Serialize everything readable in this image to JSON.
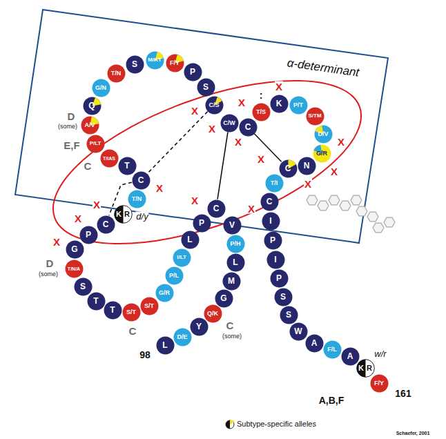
{
  "diagram": {
    "nodes": [
      {
        "text": [
          "L"
        ]
      },
      {
        "text": [
          "D/E"
        ]
      },
      {
        "text": [
          "Y"
        ]
      },
      {
        "text": [
          "Q/K"
        ]
      },
      {
        "text": [
          "G"
        ]
      },
      {
        "text": [
          "M"
        ]
      },
      {
        "text": [
          "L"
        ]
      },
      {
        "text": [
          "P/H"
        ]
      },
      {
        "text": [
          "V"
        ]
      },
      {
        "text": [
          "C"
        ]
      },
      {
        "text": [
          "P"
        ]
      },
      {
        "text": [
          "L"
        ]
      },
      {
        "text": [
          "I/LT"
        ]
      },
      {
        "text": [
          "P/L"
        ]
      },
      {
        "text": [
          "G/R"
        ]
      },
      {
        "text": [
          "S/T"
        ]
      },
      {
        "text": [
          "S/T"
        ]
      },
      {
        "text": [
          "T"
        ]
      },
      {
        "text": [
          "T"
        ]
      },
      {
        "text": [
          "S"
        ]
      },
      {
        "text": [
          "T/N/A"
        ]
      },
      {
        "text": [
          "G"
        ]
      },
      {
        "text": [
          "P"
        ]
      },
      {
        "text": [
          "C"
        ]
      },
      {
        "text": [
          "K",
          "R"
        ]
      },
      {
        "text": [
          "T/N"
        ]
      },
      {
        "text": [
          "C"
        ]
      },
      {
        "text": [
          "T"
        ]
      },
      {
        "text": [
          "T/IAS"
        ]
      },
      {
        "text": [
          "P/LT"
        ]
      },
      {
        "text": [
          "A/V"
        ]
      },
      {
        "text": [
          "Q"
        ]
      },
      {
        "text": [
          "G/N"
        ]
      },
      {
        "text": [
          "T/N"
        ]
      },
      {
        "text": [
          "S"
        ]
      },
      {
        "text": [
          "M/KT"
        ]
      },
      {
        "text": [
          "F/Y"
        ]
      },
      {
        "text": [
          "P"
        ]
      },
      {
        "text": [
          "S"
        ]
      },
      {
        "text": [
          "C/S"
        ]
      },
      {
        "text": [
          "C/W"
        ]
      },
      {
        "text": [
          "C"
        ]
      },
      {
        "text": [
          "T/S"
        ]
      },
      {
        "text": [
          "K"
        ]
      },
      {
        "text": [
          "P/T"
        ]
      },
      {
        "text": [
          "S/TM"
        ]
      },
      {
        "text": [
          "D/V"
        ]
      },
      {
        "text": [
          "G/R"
        ]
      },
      {
        "text": [
          "N"
        ]
      },
      {
        "text": [
          "C"
        ]
      },
      {
        "text": [
          "T/I"
        ]
      },
      {
        "text": [
          "C"
        ]
      },
      {
        "text": [
          "I"
        ]
      },
      {
        "text": [
          "P"
        ]
      },
      {
        "text": [
          "I"
        ]
      },
      {
        "text": [
          "P"
        ]
      },
      {
        "text": [
          "S"
        ]
      },
      {
        "text": [
          "S"
        ]
      },
      {
        "text": [
          "W"
        ]
      },
      {
        "text": [
          "A"
        ]
      },
      {
        "text": [
          "F/L"
        ]
      },
      {
        "text": [
          "A"
        ]
      },
      {
        "text": [
          "K",
          "R"
        ]
      },
      {
        "text": [
          "F/Y"
        ]
      }
    ],
    "edges": [
      {
        "from": 39,
        "to": 26,
        "arrow": "none"
      },
      {
        "from": 26,
        "to": 23,
        "arrow": "none"
      },
      {
        "from": 40,
        "to": 9,
        "arrow": "none"
      },
      {
        "from": 41,
        "to": 49,
        "arrow": "none"
      }
    ],
    "labels": [
      "α-determinant",
      "D",
      "(some)",
      "E,F",
      "C",
      "d/y",
      "D",
      "(some)",
      "C",
      "C",
      "(some)",
      "98",
      ":",
      "w/r",
      "A,B,F",
      "161",
      "Schaefer, 2001",
      "X",
      "X",
      "X",
      "X",
      "X",
      "X",
      "X",
      "X",
      "X",
      "X",
      "X",
      "X",
      "X",
      "X",
      "X"
    ],
    "legend": [
      {
        "text": "Subtype-specific alleles"
      }
    ]
  }
}
